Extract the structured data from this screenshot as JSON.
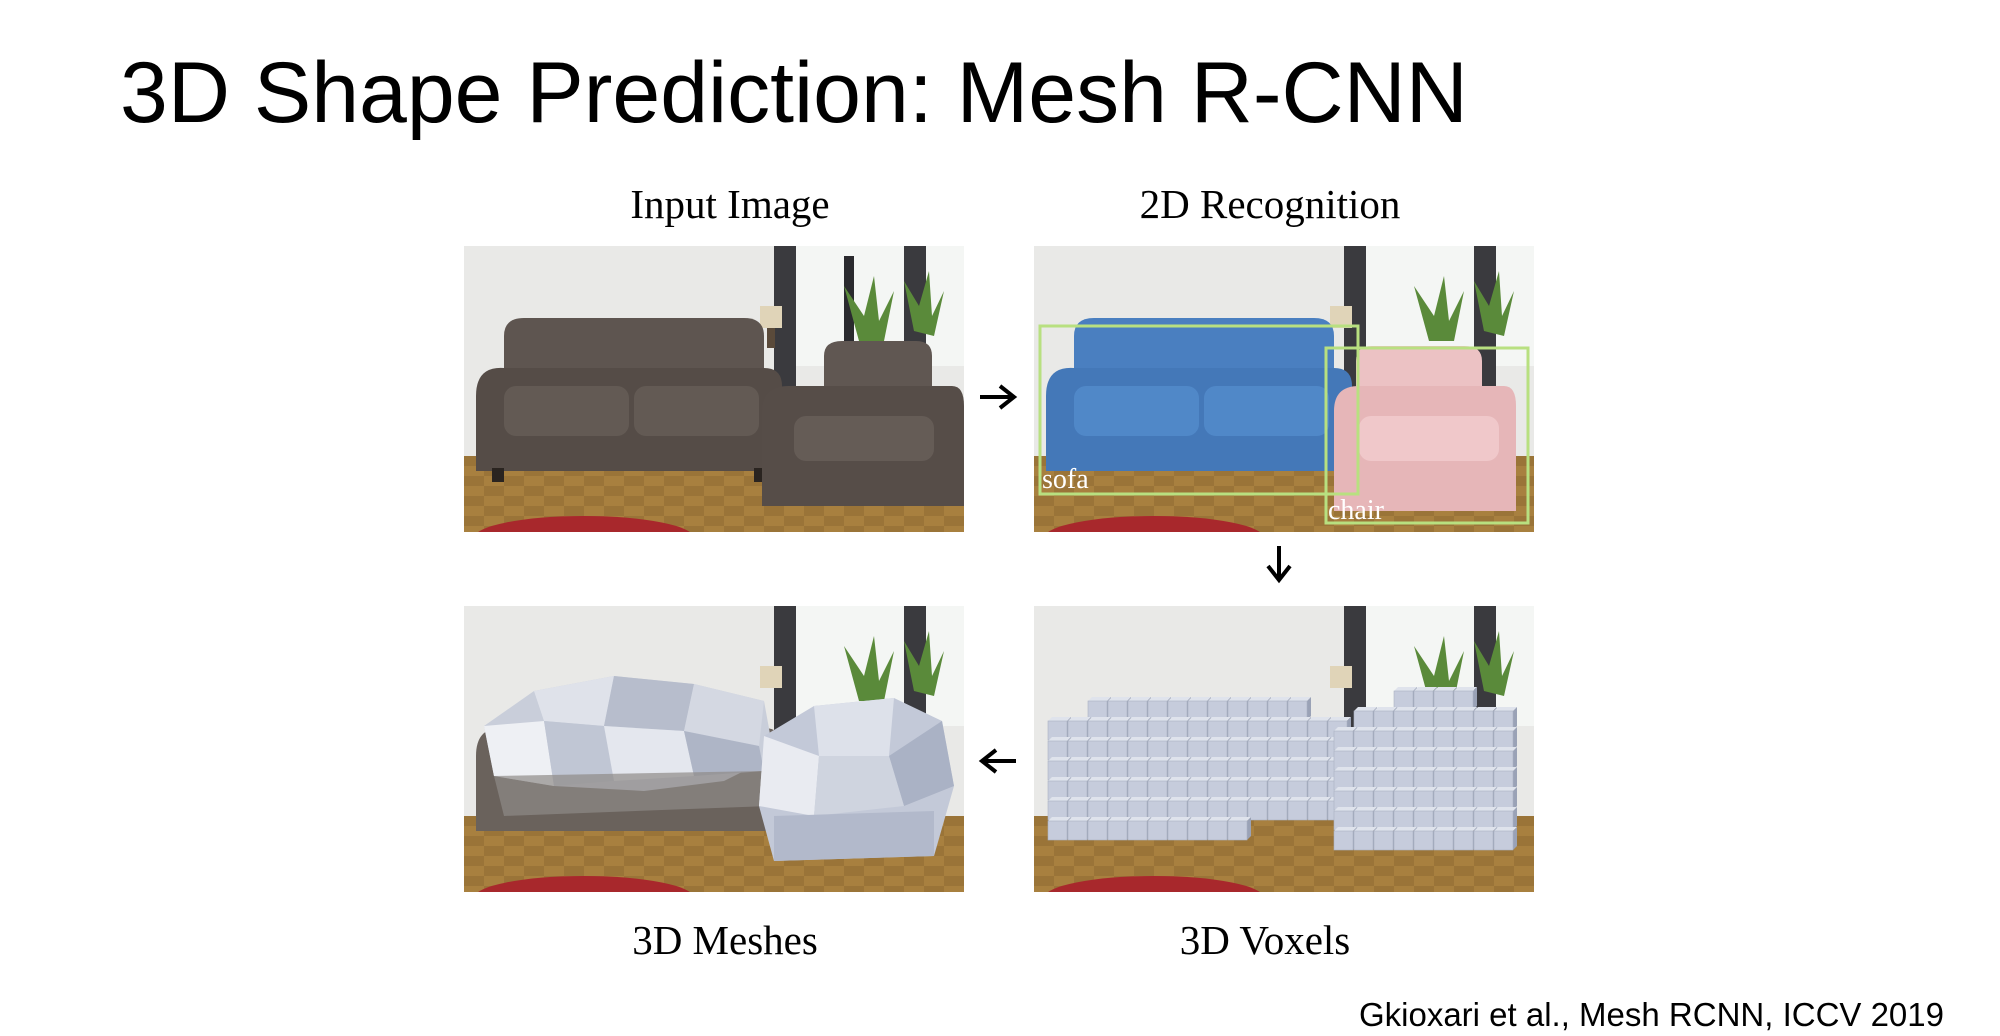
{
  "title": "3D Shape Prediction: Mesh R-CNN",
  "panels": {
    "input": {
      "label": "Input Image"
    },
    "recognition": {
      "label": "2D Recognition",
      "boxes": [
        "sofa",
        "chair"
      ]
    },
    "voxels": {
      "label": "3D Voxels"
    },
    "meshes": {
      "label": "3D Meshes"
    }
  },
  "citation": "Gkioxari et al., Mesh RCNN, ICCV 2019",
  "colors": {
    "sofa_mask": "#4a7fc0",
    "chair_mask": "#e8b8bc",
    "box_outline": "#b8e080",
    "voxel": "#c6ccdc"
  }
}
